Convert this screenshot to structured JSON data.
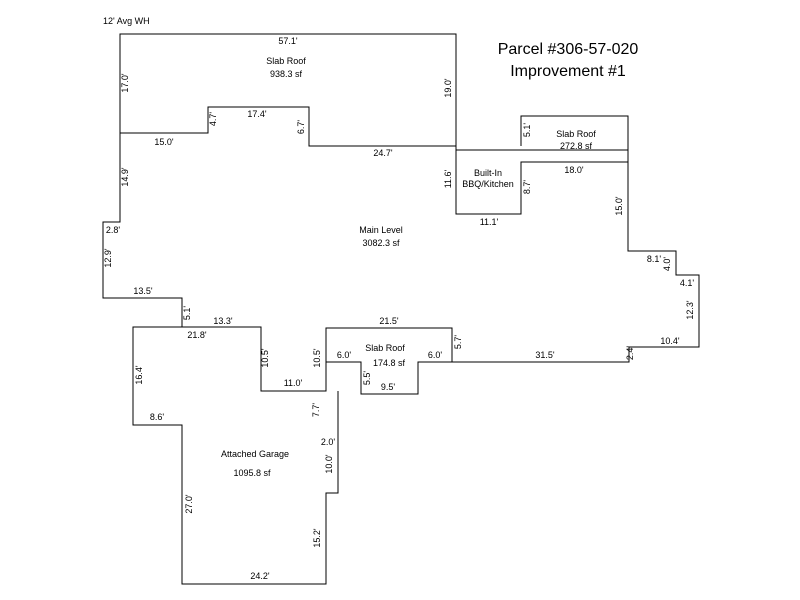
{
  "header": {
    "parcel": "Parcel #306-57-020",
    "improvement": "Improvement #1"
  },
  "note": "12' Avg WH",
  "areas": {
    "slab_roof_top": {
      "name": "Slab Roof",
      "area": "938.3 sf"
    },
    "slab_roof_right": {
      "name": "Slab Roof",
      "area": "272.8 sf"
    },
    "bbq": {
      "line1": "Built-In",
      "line2": "BBQ/Kitchen"
    },
    "main_level": {
      "name": "Main Level",
      "area": "3082.3 sf"
    },
    "slab_roof_mid": {
      "name": "Slab Roof",
      "area": "174.8 sf"
    },
    "garage": {
      "name": "Attached Garage",
      "area": "1095.8 sf"
    }
  },
  "dimensions": [
    "57.1'",
    "17.0'",
    "19.0'",
    "4.7'",
    "17.4'",
    "6.7'",
    "15.0'",
    "24.7'",
    "5.1'",
    "11.6'",
    "18.0'",
    "8.7'",
    "11.1'",
    "14.9'",
    "15.0'",
    "2.8'",
    "12.9'",
    "8.1'",
    "4.0'",
    "4.1'",
    "13.5'",
    "12.3'",
    "5.1'",
    "13.3'",
    "21.5'",
    "21.8'",
    "5.7'",
    "10.4'",
    "10.5'",
    "10.5'",
    "6.0'",
    "6.0'",
    "31.5'",
    "2.4'",
    "16.4'",
    "5.5'",
    "11.0'",
    "9.5'",
    "7.7'",
    "8.6'",
    "2.0'",
    "10.0'",
    "27.0'",
    "15.2'",
    "24.2'"
  ]
}
